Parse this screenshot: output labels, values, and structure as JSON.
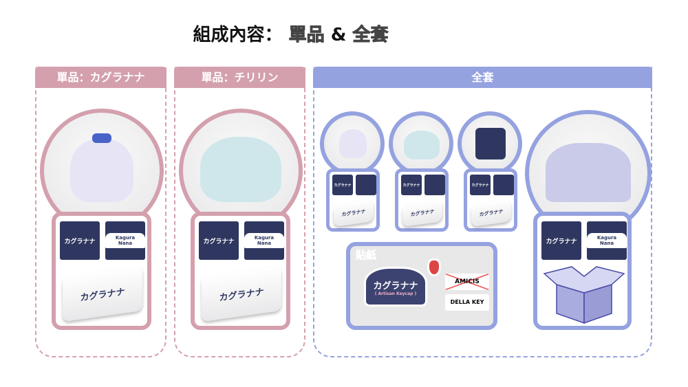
{
  "title": {
    "prefix": "組成內容：",
    "single": "單品",
    "amp": "&",
    "set": "全套"
  },
  "panels": [
    {
      "header": "單品：カグラナナ"
    },
    {
      "header": "單品：チリリン"
    },
    {
      "header": "全套"
    }
  ],
  "card": {
    "logo": "カグラナナ",
    "name": "Kagura Nana"
  },
  "stickers": {
    "label": "貼紙",
    "logo": "カグラナナ",
    "sub": "( Artisan Keycap )",
    "brand1": "AMICIS",
    "brand2": "DELLA KEY"
  },
  "colors": {
    "pink": "#d4a0ad",
    "blue": "#95a2e0"
  }
}
